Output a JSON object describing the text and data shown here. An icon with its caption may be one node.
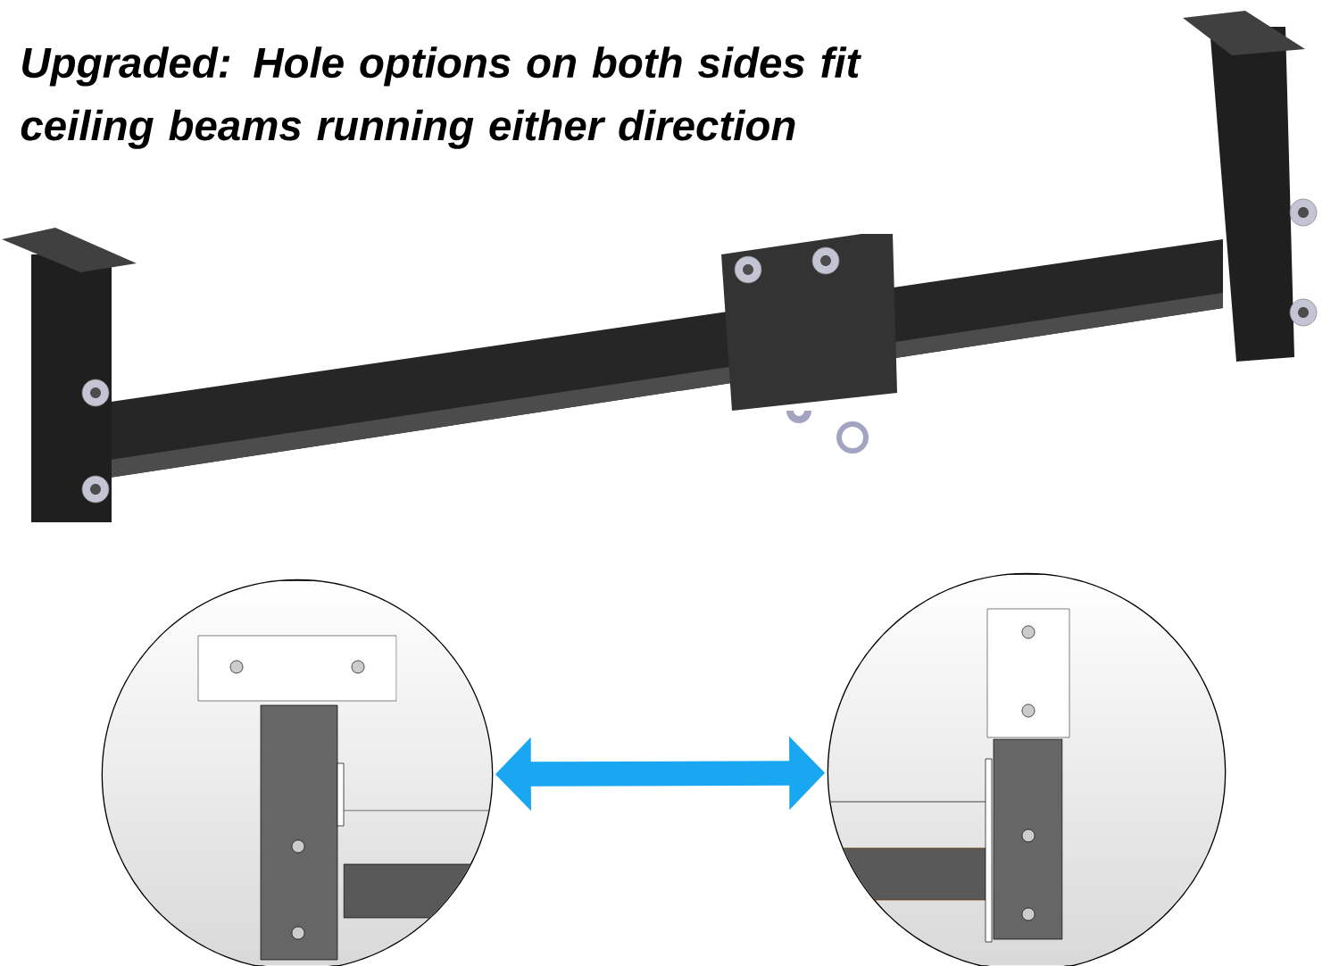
{
  "diagram": {
    "title": "Upgraded: Hole options on both sides fit ceiling beams running either direction",
    "nodes": [
      {
        "text": [],
        "shape": "picture"
      },
      {
        "text": [],
        "shape": "picture"
      }
    ],
    "edges": [
      {
        "from": 0,
        "to": 1,
        "arrow": "both"
      }
    ]
  }
}
